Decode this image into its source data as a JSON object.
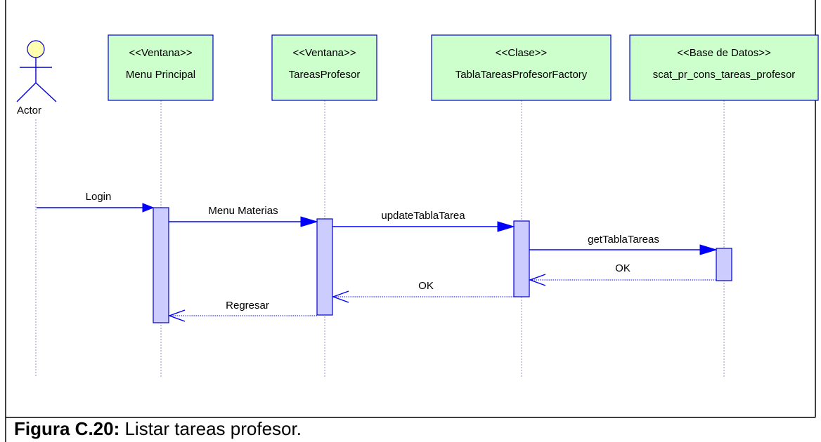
{
  "actor": {
    "label": "Actor"
  },
  "participants": [
    {
      "stereotype": "<<Ventana>>",
      "name": "Menu Principal"
    },
    {
      "stereotype": "<<Ventana>>",
      "name": "TareasProfesor"
    },
    {
      "stereotype": "<<Clase>>",
      "name": "TablaTareasProfesorFactory"
    },
    {
      "stereotype": "<<Base de Datos>>",
      "name": "scat_pr_cons_tareas_profesor"
    }
  ],
  "messages": [
    {
      "label": "Login",
      "kind": "call"
    },
    {
      "label": "Menu Materias",
      "kind": "call"
    },
    {
      "label": "updateTablaTarea",
      "kind": "call"
    },
    {
      "label": "getTablaTareas",
      "kind": "call"
    },
    {
      "label": "OK",
      "kind": "return"
    },
    {
      "label": "OK",
      "kind": "return"
    },
    {
      "label": "Regresar",
      "kind": "return"
    }
  ],
  "caption": {
    "number": "Figura C.20:",
    "text": " Listar tareas profesor."
  },
  "colors": {
    "participant_fill": "#ccffcc",
    "activation_fill": "#ccccff",
    "line_blue": "#0000ff",
    "actor_head": "#ffffb0"
  }
}
